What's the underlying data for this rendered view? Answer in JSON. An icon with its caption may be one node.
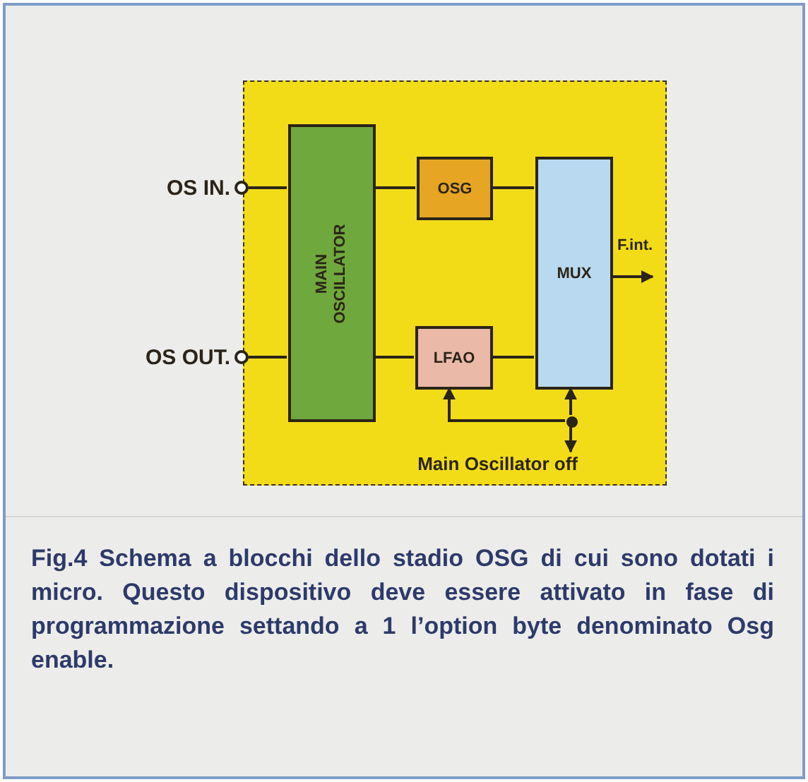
{
  "diagram": {
    "caption": "Fig.4 Schema a blocchi dello stadio OSG di cui sono dotati i micro. Questo dispositivo deve essere attivato in fase di programmazione settando a 1 l’option byte denominato Osg enable.",
    "nodes": [
      {
        "text": [],
        "shape": "box"
      },
      {
        "text": [
          "OS IN."
        ]
      },
      {
        "text": [
          "OS OUT."
        ]
      },
      {
        "text": [
          "MAIN OSCILLATOR"
        ],
        "in": 0
      },
      {
        "text": [
          "OSG"
        ],
        "in": 0
      },
      {
        "text": [
          "LFAO"
        ],
        "in": 0
      },
      {
        "text": [
          "MUX"
        ],
        "in": 0
      },
      {
        "text": [
          "Main Oscillator off"
        ],
        "in": 0
      },
      {
        "text": [],
        "shape": "circle",
        "in": 0
      }
    ],
    "edges": [
      {
        "from": 1,
        "to": 3,
        "arrow": "none"
      },
      {
        "from": 2,
        "to": 3,
        "arrow": "none"
      },
      {
        "from": 3,
        "to": 4,
        "arrow": "none"
      },
      {
        "from": 3,
        "to": 5,
        "arrow": "none"
      },
      {
        "from": 4,
        "to": 6,
        "arrow": "none"
      },
      {
        "from": 5,
        "to": 6,
        "arrow": "none"
      },
      {
        "from": 6,
        "to": null,
        "arrow": "to",
        "label": "F.int."
      },
      {
        "from": 8,
        "to": 5,
        "arrow": "to"
      },
      {
        "from": 8,
        "to": 6,
        "arrow": "to"
      },
      {
        "from": 8,
        "to": 7,
        "arrow": "to"
      }
    ]
  }
}
